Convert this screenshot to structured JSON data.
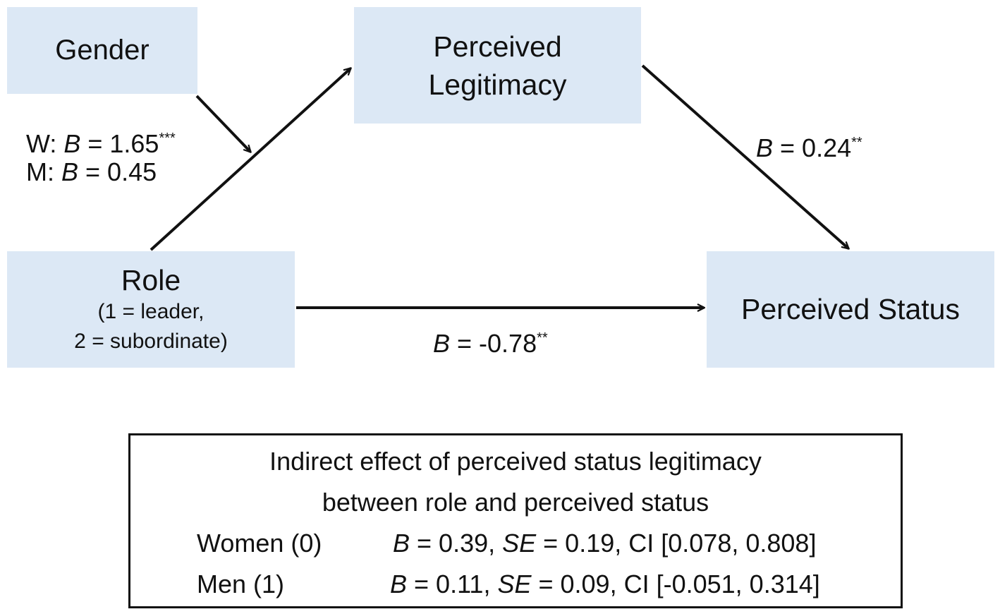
{
  "nodes": {
    "gender": "Gender",
    "legitimacy_line1": "Perceived",
    "legitimacy_line2": "Legitimacy",
    "role_title": "Role",
    "role_sub1": "(1 = leader,",
    "role_sub2": "2 = subordinate)",
    "status": "Perceived Status"
  },
  "paths": {
    "moderation": {
      "women_prefix": "W: ",
      "women_coef": "B",
      "women_value": " = 1.65",
      "women_sig": "***",
      "men_prefix": "M: ",
      "men_coef": "B",
      "men_value": " = 0.45"
    },
    "legit_to_status": {
      "coef": "B",
      "value": " = 0.24",
      "sig": "**"
    },
    "direct": {
      "coef": "B",
      "value": " = -0.78",
      "sig": "**"
    }
  },
  "summary": {
    "line1": "Indirect effect of perceived status legitimacy",
    "line2": "between role and perceived status",
    "rows": [
      {
        "group": "Women (0)",
        "b_label": "B",
        "b_value": " = 0.39, ",
        "se_label": "SE",
        "se_value": " = 0.19, CI [0.078, 0.808]"
      },
      {
        "group": "Men (1)",
        "b_label": "B",
        "b_value": " = 0.11, ",
        "se_label": "SE",
        "se_value": " = 0.09, CI [-0.051, 0.314]"
      }
    ]
  },
  "colors": {
    "node_fill": "#dce8f5",
    "arrow": "#111111"
  }
}
